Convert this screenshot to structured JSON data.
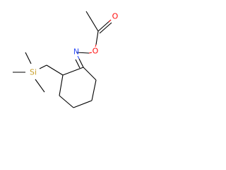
{
  "molecule": {
    "atoms": {
      "oxygen_carbonyl": {
        "symbol": "O",
        "color": "#ff0d0d"
      },
      "oxygen_ester": {
        "symbol": "O",
        "color": "#ff0d0d"
      },
      "nitrogen": {
        "symbol": "N",
        "color": "#3050f8"
      },
      "silicon": {
        "symbol": "Si",
        "color": "#c8a02a"
      }
    }
  }
}
